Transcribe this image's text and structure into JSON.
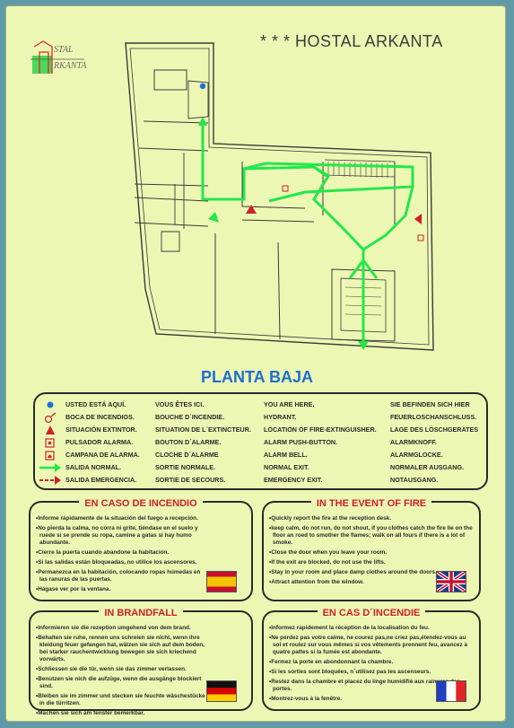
{
  "header": {
    "title": "* * * HOSTAL ARKANTA",
    "logo_top": "STAL",
    "logo_bottom": "RKANTA"
  },
  "floor_label": "PLANTA BAJA",
  "colors": {
    "background": "#edf7b4",
    "route_green": "#22e84a",
    "accent_red": "#d0202a",
    "accent_blue": "#1e6fd0"
  },
  "legend": [
    {
      "icon": "you-are-here-dot",
      "es": "USTED ESTÁ AQUÍ.",
      "fr": "VOUS ÊTES ICI.",
      "en": "YOU ARE HERE.",
      "de": "SIE BEFINDEN SICH HIER"
    },
    {
      "icon": "hydrant-icon",
      "es": "BOCA DE INCENDIOS.",
      "fr": "BOUCHE D´INCENDIE.",
      "en": "HYDRANT.",
      "de": "FEUERLOSCHANSCHLUSS."
    },
    {
      "icon": "extinguisher-triangle-icon",
      "es": "SITUACIÓN EXTINTOR.",
      "fr": "SITUATION DE L´EXTINCTEUR.",
      "en": "LOCATION OF FIRE-EXTINGUISHER.",
      "de": "LAGE DES LÖSCHGERATES"
    },
    {
      "icon": "alarm-pushbutton-icon",
      "es": "PULSADOR ALARMA.",
      "fr": "BOUTON D´ALARME.",
      "en": "ALARM PUSH-BUTTON.",
      "de": "ALARMKNOFF."
    },
    {
      "icon": "alarm-bell-icon",
      "es": "CAMPANA DE ALARMA.",
      "fr": "CLOCHE D´ALARME",
      "en": "ALARM BELL.",
      "de": "ALARMGLOCKE."
    },
    {
      "icon": "normal-exit-arrow-icon",
      "es": "SALIDA NORMAL.",
      "fr": "SORTIE NORMALE.",
      "en": "NORMAL EXIT.",
      "de": "NORMALER AUSGANG."
    },
    {
      "icon": "emergency-exit-arrow-icon",
      "es": "SALIDA EMERGENCIA.",
      "fr": "SORTIE DE SECOURS.",
      "en": "EMERGENCY EXIT.",
      "de": "NOTAUSGANG."
    }
  ],
  "boxes": {
    "es": {
      "title": "EN CASO DE INCENDIO",
      "items": [
        "•Informe rápidamente de la situación del fuego a recepción.",
        "•No pierda la calma, no corra ni grite, tiéndase en el suelo y ruede si se prende su ropa, camine a gatas si hay humo abundante.",
        "•Cierre la puerta cuando abandone la habitación.",
        "•Si las salidas están bloqueadas, no utilice los ascensores.",
        "•Permanezca en la habitación, colocando ropas húmedas en las ranuras de las puertas.",
        "•Hágase ver por la ventana."
      ]
    },
    "en": {
      "title": "IN THE EVENT OF FIRE",
      "items": [
        "•Quickly report the fire at the reception desk.",
        "•keep calm, do not run, do not shout, if you clothes catch the fire lie on the floor an roed to smother the flames; walk on all fours if there is a lot of smoke.",
        "•Close the door when you leave your room.",
        "•If the exit are blocked, do not use the lifts.",
        "•Stay in your room and place damp clothes around the doors.",
        "•Attract attention from the window."
      ]
    },
    "de": {
      "title": "IN BRANDFALL",
      "items": [
        "•Informieren sie die rezeption umgehend von dem brand.",
        "•Behalten sie ruhe, rennen uns schreien sie nicht, wenn ihre kleidung feuer gefangen hat, wälzen sie sich auf dem boden, bei starker rauchentwicklung bewegen sie sich kriechend vorwärts.",
        "•Schliessen sie die tür, wenn sie das zimmer verlassen.",
        "•Benutzen sie nich die aufzüge, wenn die ausgänge blockiert sind.",
        "•Bleiben sie im zimmer und stecken sie feuchte wäschestücke in die türritzen.",
        "•Machen sie sich am fenster bemerkbar."
      ]
    },
    "fr": {
      "title": "EN CAS D´INCENDIE",
      "items": [
        "•Informez rapidement la réception de la localisation du feu.",
        "•Ne perdez pas votre calme, ne courez pas,ne criez pas,étendez-vous au sol et roulez sur vous mêmes si vos vêtements prennent feu, avancez à quatre pattes si la fumée est abondante.",
        "•Fermez la porte en abondonnant la chambre.",
        "•Si les sorties sont bloquées, n´utilisez pas les ascenseurs.",
        "•Restez dans la chambre et placez du linge humidifié aux rainures des portes.",
        "•Montrez-vous à la fenêtre."
      ]
    }
  }
}
